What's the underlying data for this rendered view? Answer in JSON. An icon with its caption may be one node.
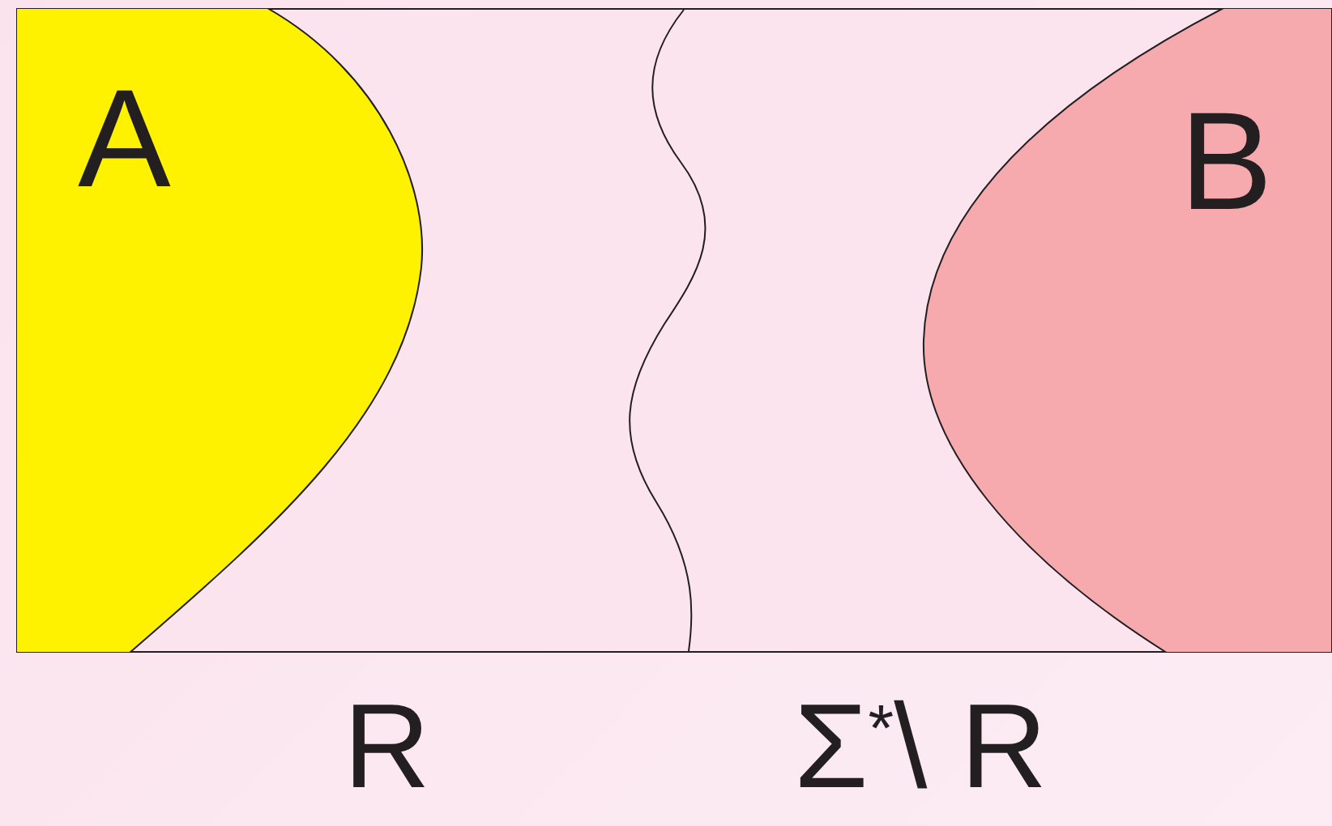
{
  "diagram": {
    "nodes": [
      {
        "text": [
          "A"
        ]
      },
      {
        "text": [
          "B"
        ]
      }
    ],
    "labels": [
      "R",
      "Σ$^{*}$\\ R"
    ]
  }
}
